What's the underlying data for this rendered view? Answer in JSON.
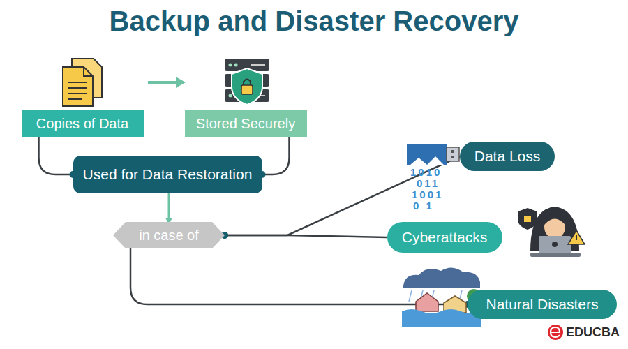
{
  "diagram": {
    "title": "Backup and Disaster Recovery",
    "nodes": [
      {
        "text": [
          "Copies of Data"
        ]
      },
      {
        "text": [
          "Stored Securely"
        ]
      },
      {
        "text": [
          "Used for Data Restoration"
        ]
      },
      {
        "text": [
          "in case of"
        ]
      },
      {
        "text": [
          "Data Loss"
        ]
      },
      {
        "text": [
          "Cyberattacks"
        ]
      },
      {
        "text": [
          "Natural Disasters"
        ]
      }
    ],
    "edges": [
      {
        "from": 0,
        "to": 2,
        "arrow": "none"
      },
      {
        "from": 1,
        "to": 2,
        "arrow": "none"
      },
      {
        "from": 2,
        "to": 3,
        "arrow": "to"
      },
      {
        "from": 3,
        "to": 4,
        "arrow": "none"
      },
      {
        "from": 3,
        "to": 5,
        "arrow": "none"
      },
      {
        "from": 3,
        "to": 6,
        "arrow": "none"
      }
    ],
    "labels": [
      "1010",
      "011",
      "1001",
      "0 1",
      "EDUCBA"
    ]
  }
}
